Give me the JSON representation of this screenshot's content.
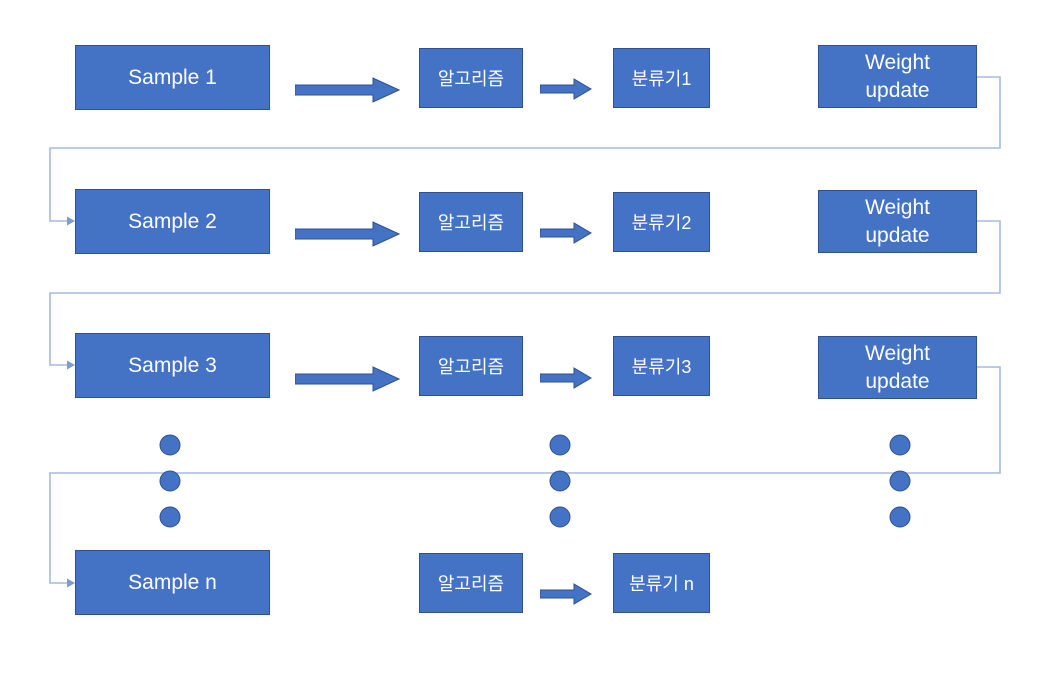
{
  "diagram": {
    "background": "#ffffff",
    "palette": {
      "shape_fill": "#4472c4",
      "shape_border": "#2f528f",
      "shape_text": "#ffffff",
      "connector_line": "#a5bbe0",
      "connector_arrow": "#7e9ad0"
    },
    "rows": [
      {
        "sample": "Sample 1",
        "algorithm": "알고리즘",
        "classifier": "분류기1",
        "weight_update": "Weight\nupdate"
      },
      {
        "sample": "Sample 2",
        "algorithm": "알고리즘",
        "classifier": "분류기2",
        "weight_update": "Weight\nupdate"
      },
      {
        "sample": "Sample 3",
        "algorithm": "알고리즘",
        "classifier": "분류기3",
        "weight_update": "Weight\nupdate"
      },
      {
        "sample": "Sample n",
        "algorithm": "알고리즘",
        "classifier": "분류기 n"
      }
    ],
    "ellipsis": {
      "dots_per_column": 3,
      "columns": [
        "sample-column",
        "algorithm-column",
        "weight-update-column"
      ]
    }
  }
}
